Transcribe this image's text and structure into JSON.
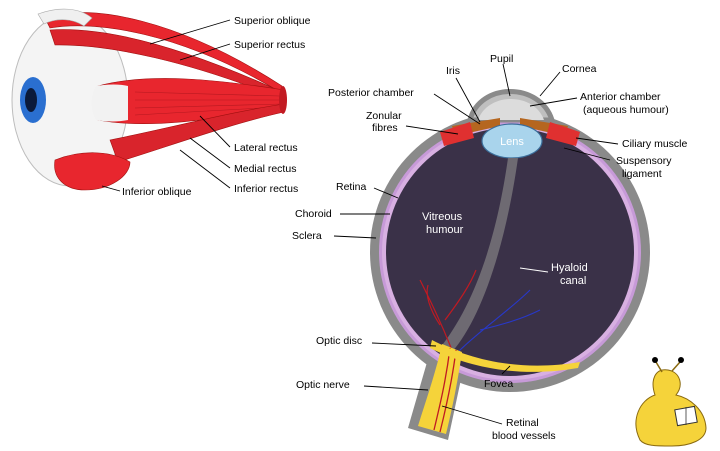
{
  "muscle_labels": {
    "superior_oblique": "Superior oblique",
    "superior_rectus": "Superior rectus",
    "lateral_rectus": "Lateral rectus",
    "medial_rectus": "Medial rectus",
    "inferior_rectus": "Inferior rectus",
    "inferior_oblique": "Inferior oblique"
  },
  "anatomy_labels": {
    "iris": "Iris",
    "pupil": "Pupil",
    "cornea": "Cornea",
    "posterior_chamber": "Posterior chamber",
    "anterior_chamber_1": "Anterior chamber",
    "anterior_chamber_2": "(aqueous humour)",
    "zonular_1": "Zonular",
    "zonular_2": "fibres",
    "ciliary_muscle": "Ciliary muscle",
    "suspensory_1": "Suspensory",
    "suspensory_2": "ligament",
    "lens": "Lens",
    "retina": "Retina",
    "choroid": "Choroid",
    "sclera": "Sclera",
    "vitreous_1": "Vitreous",
    "vitreous_2": "humour",
    "hyaloid_1": "Hyaloid",
    "hyaloid_2": "canal",
    "optic_disc": "Optic disc",
    "optic_nerve": "Optic nerve",
    "fovea": "Fovea",
    "retinal_1": "Retinal",
    "retinal_2": "blood vessels"
  },
  "colors": {
    "muscle": "#e8262e",
    "sclera_gray": "#8a8a8a",
    "vitreous": "#3a3148",
    "lens_blue": "#a9d4ec",
    "iris_brown": "#b5661f",
    "nerve_yellow": "#f5d33a",
    "retina_purple": "#c79ad8",
    "eye_blue": "#2a6fd0"
  }
}
